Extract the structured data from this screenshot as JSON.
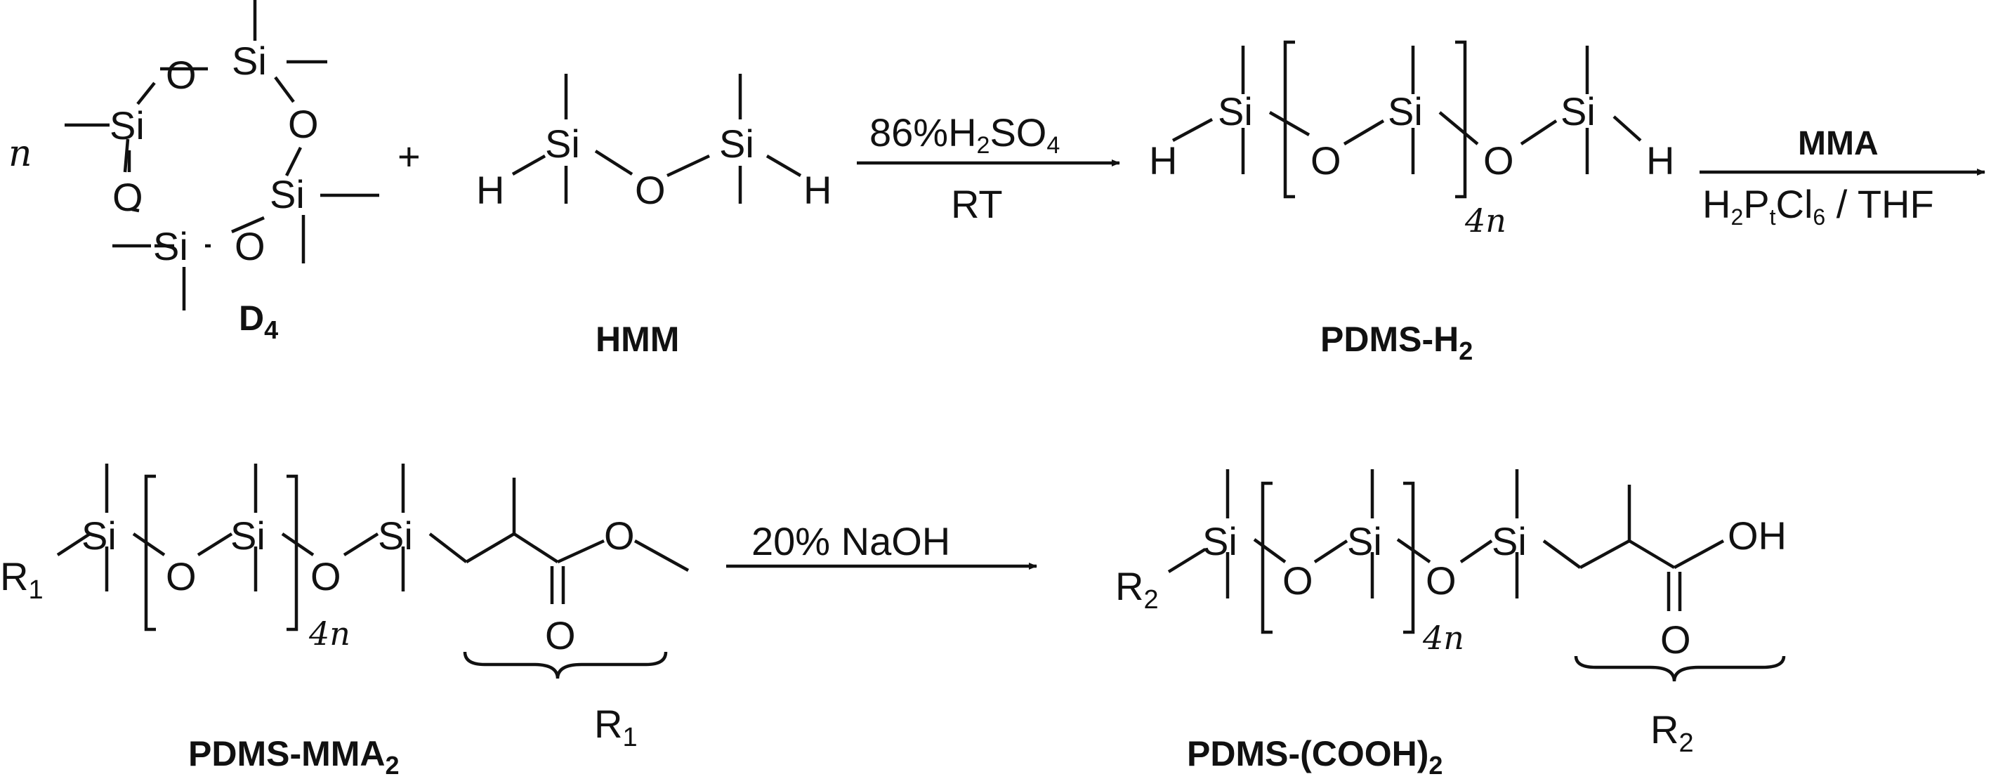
{
  "scheme": {
    "step1": {
      "multiplier": "n",
      "reactant1_label": "D",
      "reactant1_sub": "4",
      "plus": "+",
      "reactant2_label": "HMM",
      "reagent_above_prefix": "86%H",
      "reagent_above_sub1": "2",
      "reagent_above_mid": "SO",
      "reagent_above_sub2": "4",
      "reagent_below": "RT",
      "product_label_main": "PDMS-H",
      "product_label_sub": "2",
      "repeat_count": "4n"
    },
    "step2": {
      "reagent_above": "MMA",
      "reagent_below_parts": [
        "H",
        "2",
        "P",
        "t",
        "Cl",
        "6",
        " / THF"
      ]
    },
    "step3": {
      "reactant_label_main": "PDMS-MMA",
      "reactant_label_sub": "2",
      "reagent_above": "20% NaOH",
      "product_label_main": "PDMS-(COOH)",
      "product_label_sub": "2",
      "repeat_count": "4n",
      "r1_main": "R",
      "r1_sub": "1",
      "r2_main": "R",
      "r2_sub": "2"
    },
    "atoms": {
      "si": "Si",
      "o": "O",
      "h": "H",
      "oh": "OH"
    }
  }
}
